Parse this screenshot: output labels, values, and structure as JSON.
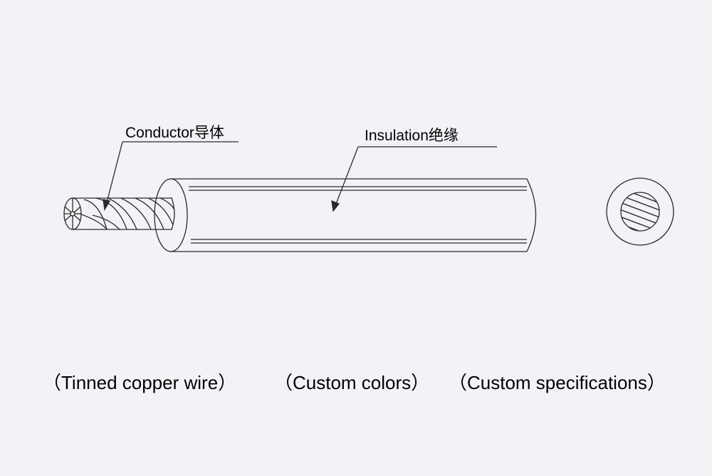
{
  "labels": {
    "conductor": "Conductor导体",
    "insulation": "Insulation绝缘"
  },
  "captions": [
    "（Tinned copper wire）",
    "（Custom colors）",
    "（Custom specifications）"
  ],
  "colors": {
    "background": "#f3f3f7",
    "line": "#2a2a2a",
    "text": "#1a1a1a"
  }
}
